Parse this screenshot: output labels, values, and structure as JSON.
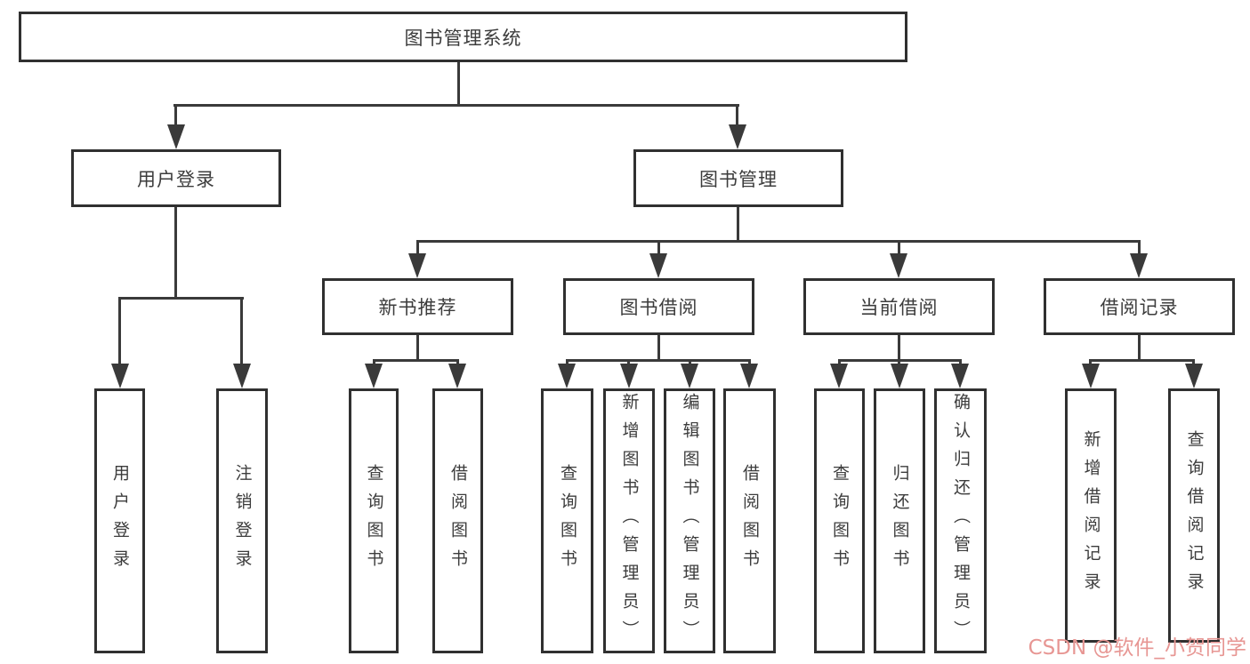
{
  "diagram": {
    "root": "图书管理系统",
    "user": {
      "label": "用户登录",
      "children": [
        "用户登录",
        "注销登录"
      ]
    },
    "mgmt": {
      "label": "图书管理",
      "sections": [
        {
          "label": "新书推荐",
          "children": [
            "查询图书",
            "借阅图书"
          ]
        },
        {
          "label": "图书借阅",
          "children": [
            "查询图书",
            "新增图书（管理员）",
            "编辑图书（管理员）",
            "借阅图书"
          ]
        },
        {
          "label": "当前借阅",
          "children": [
            "查询图书",
            "归还图书",
            "确认归还（管理员）"
          ]
        },
        {
          "label": "借阅记录",
          "children": [
            "新增借阅记录",
            "查询借阅记录"
          ]
        }
      ]
    },
    "line_color": "#3a3a3a"
  },
  "watermark": "CSDN @软件_小贺同学"
}
